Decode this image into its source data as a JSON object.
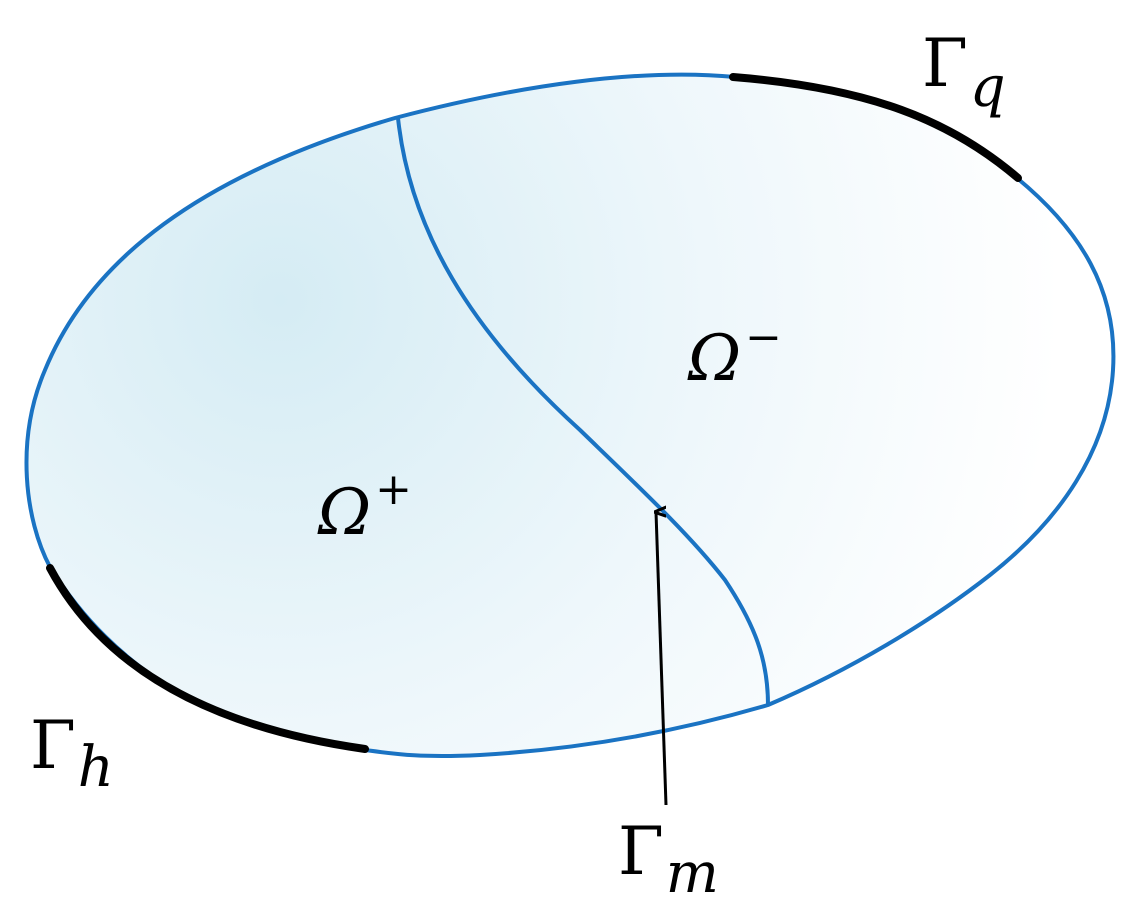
{
  "diagram": {
    "regions": {
      "omega_plus": {
        "symbol": "Ω",
        "superscript": "+"
      },
      "omega_minus": {
        "symbol": "Ω",
        "superscript": "−"
      }
    },
    "boundaries": {
      "gamma_q": {
        "symbol": "Γ",
        "subscript": "q"
      },
      "gamma_h": {
        "symbol": "Γ",
        "subscript": "h"
      },
      "gamma_m": {
        "symbol": "Γ",
        "subscript": "m"
      }
    },
    "colors": {
      "outline": "#1a73c3",
      "boundary_segment": "#000000",
      "fill_dark": "#d5ecf4",
      "fill_light": "#ffffff",
      "arrow": "#000000"
    }
  }
}
